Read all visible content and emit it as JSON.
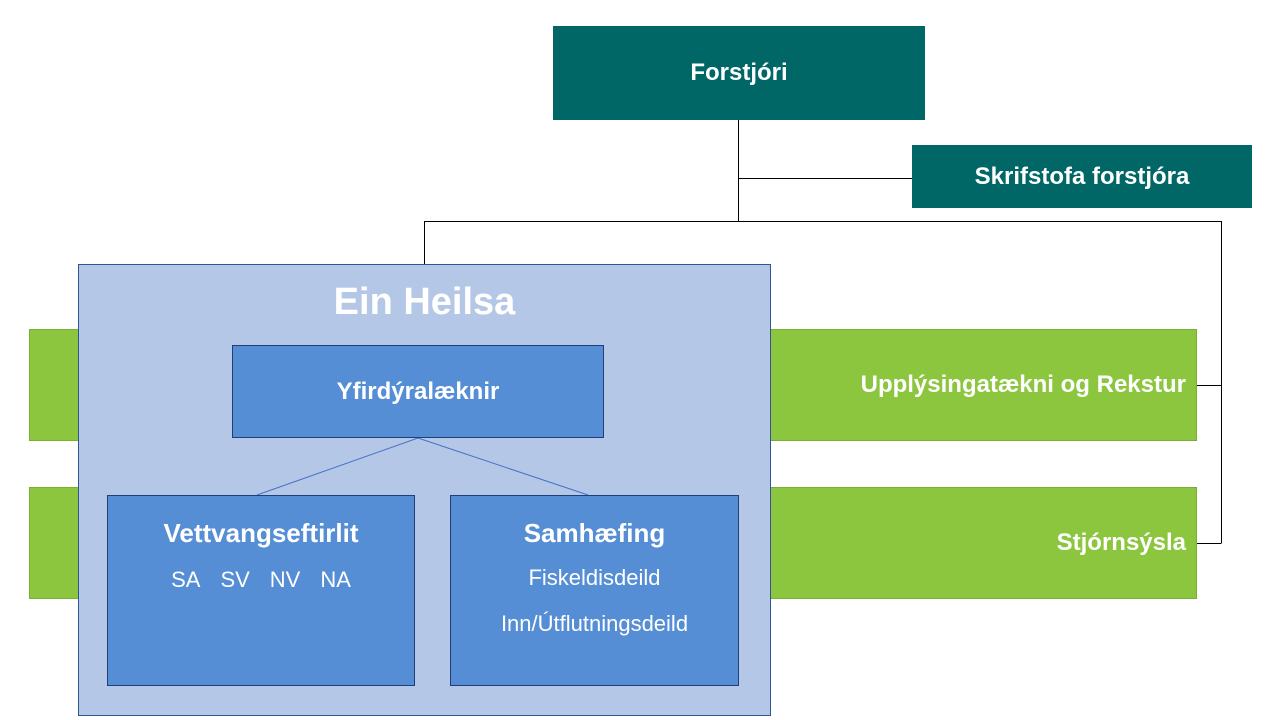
{
  "director": "Forstjóri",
  "director_office": "Skrifstofa forstjóra",
  "one_health": {
    "title": "Ein Heilsa",
    "chief_vet": "Yfirdýralæknir",
    "field_inspection": {
      "title": "Vettvangseftirlit",
      "regions": [
        "SA",
        "SV",
        "NV",
        "NA"
      ]
    },
    "coordination": {
      "title": "Samhæfing",
      "departments": [
        "Fiskeldisdeild",
        "Inn/Útflutningsdeild"
      ]
    }
  },
  "it_operations": "Upplýsingatækni og Rekstur",
  "administration": "Stjórnsýsla",
  "colors": {
    "teal": "#006666",
    "green": "#8cc63f",
    "one_health_bg": "#b4c7e7",
    "blue_box": "#558ed5",
    "connector": "#000000",
    "blue_connector": "#4472c4"
  }
}
